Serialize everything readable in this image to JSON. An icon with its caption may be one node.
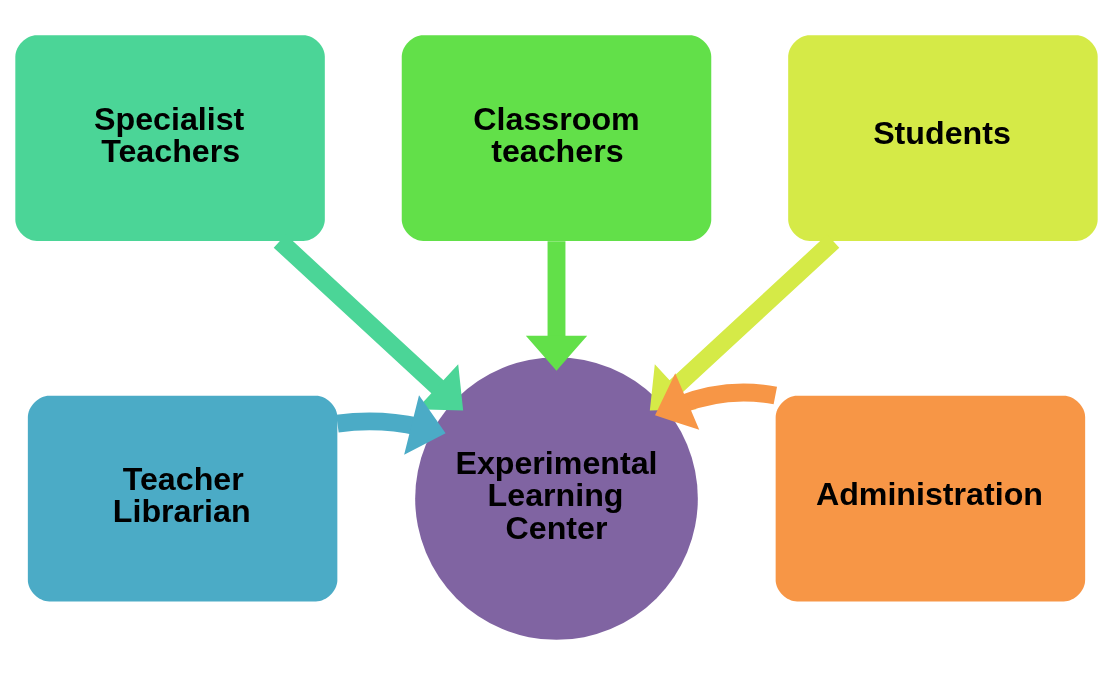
{
  "diagram": {
    "nodes": [
      {
        "text": [
          "Classroom teachers"
        ]
      },
      {
        "text": [
          "Specialist Teachers"
        ]
      },
      {
        "text": [
          "Students"
        ]
      },
      {
        "text": [
          "Teacher Librarian"
        ]
      },
      {
        "text": [
          "Experimental Learning Center"
        ]
      },
      {
        "text": [
          "Administration"
        ]
      }
    ],
    "edges": [
      {
        "from": 0,
        "to": 4,
        "arrow": "to",
        "color": "#62e049"
      },
      {
        "from": 1,
        "to": 4,
        "arrow": "to",
        "color": "#4bd597"
      },
      {
        "from": 2,
        "to": 4,
        "arrow": "to",
        "color": "#d5ea47"
      },
      {
        "from": 3,
        "to": 4,
        "arrow": "to",
        "color": "#4babc6"
      },
      {
        "from": 5,
        "to": 4,
        "arrow": "to",
        "color": "#f79646"
      }
    ]
  }
}
